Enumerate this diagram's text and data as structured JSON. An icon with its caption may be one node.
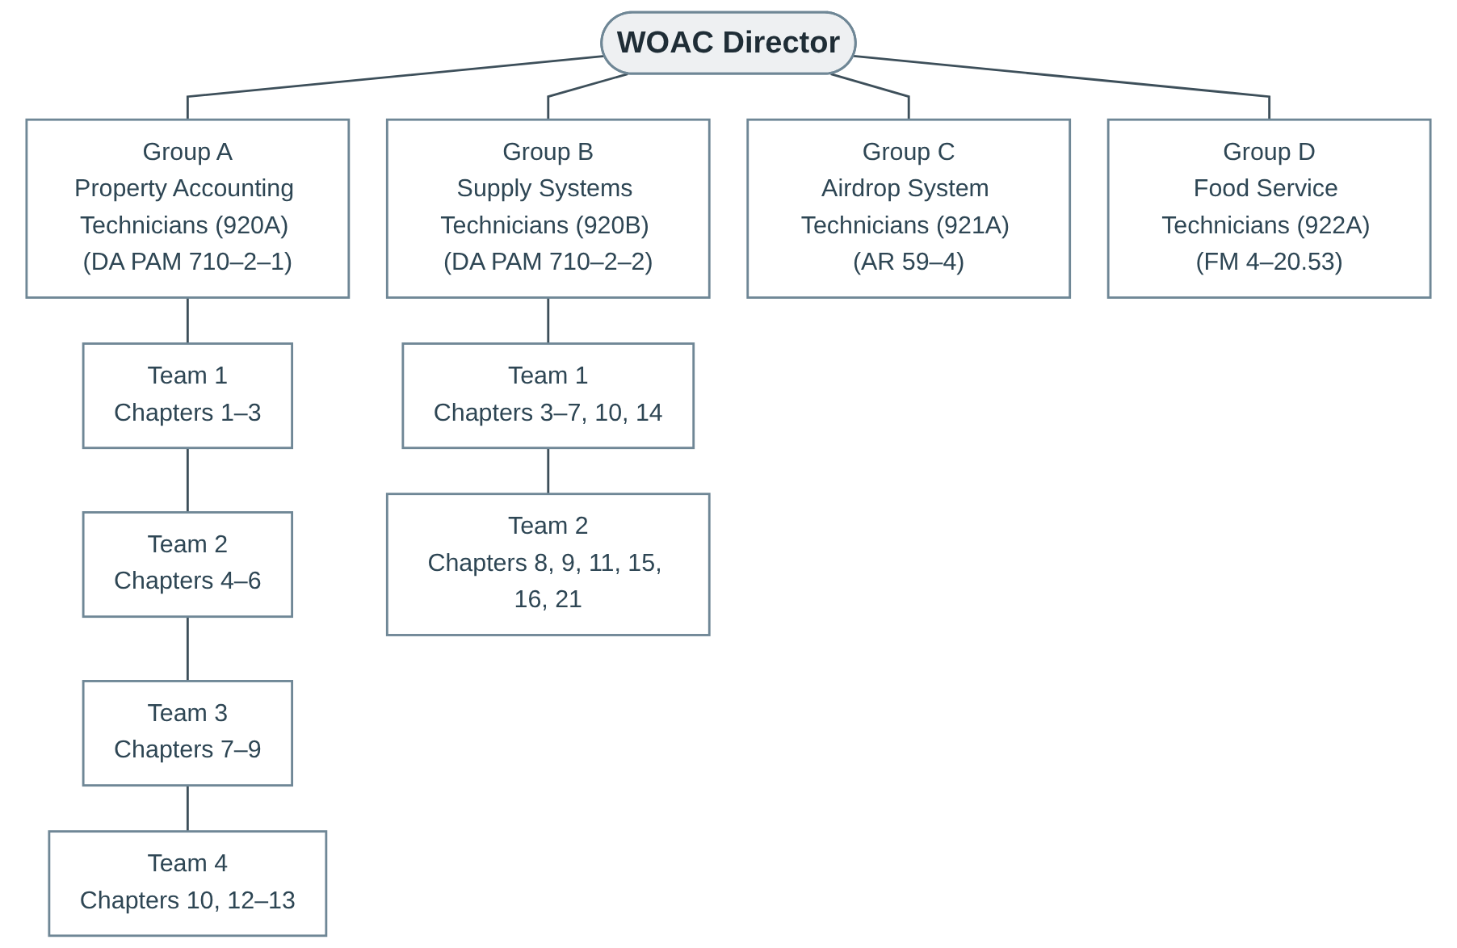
{
  "diagram": {
    "nodes": [
      {
        "text": [
          "WOAC Director"
        ]
      },
      {
        "text": [
          "Group A",
          "Property Accounting Technicians (920A) (DA PAM 710–2–1)"
        ]
      },
      {
        "text": [
          "Group B",
          "Supply Systems Technicians (920B) (DA PAM 710–2–2)"
        ]
      },
      {
        "text": [
          "Group C",
          "Airdrop System Technicians (921A) (AR 59–4)"
        ]
      },
      {
        "text": [
          "Group D",
          "Food Service Technicians (922A) (FM 4–20.53)"
        ]
      },
      {
        "text": [
          "Team 1",
          "Chapters 1–3"
        ]
      },
      {
        "text": [
          "Team 2",
          "Chapters 4–6"
        ]
      },
      {
        "text": [
          "Team 3",
          "Chapters 7–9"
        ]
      },
      {
        "text": [
          "Team 4",
          "Chapters 10, 12–13"
        ]
      },
      {
        "text": [
          "Team 1",
          "Chapters 3–7, 10, 14"
        ]
      },
      {
        "text": [
          "Team 2",
          "Chapters 8, 9, 11, 15, 16, 21"
        ]
      }
    ],
    "edges": [
      {
        "from": 0,
        "to": 1,
        "arrow": "none"
      },
      {
        "from": 0,
        "to": 2,
        "arrow": "none"
      },
      {
        "from": 0,
        "to": 3,
        "arrow": "none"
      },
      {
        "from": 0,
        "to": 4,
        "arrow": "none"
      },
      {
        "from": 1,
        "to": 5,
        "arrow": "none"
      },
      {
        "from": 5,
        "to": 6,
        "arrow": "none"
      },
      {
        "from": 6,
        "to": 7,
        "arrow": "none"
      },
      {
        "from": 7,
        "to": 8,
        "arrow": "none"
      },
      {
        "from": 2,
        "to": 9,
        "arrow": "none"
      },
      {
        "from": 9,
        "to": 10,
        "arrow": "none"
      }
    ]
  }
}
